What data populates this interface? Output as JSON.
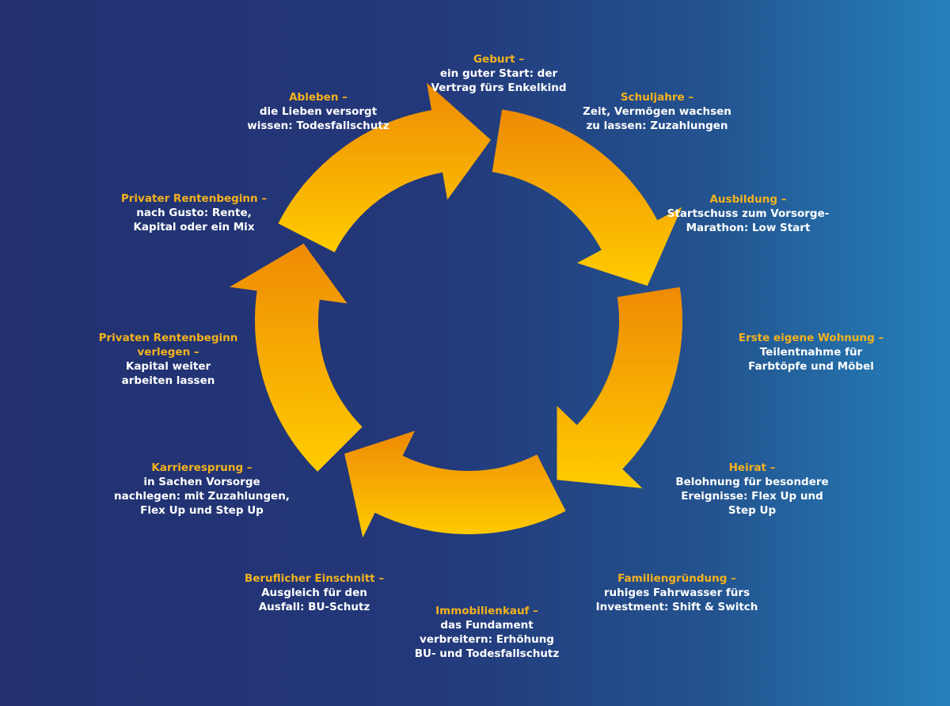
{
  "colors": {
    "background_dark": "#22306f",
    "background_light": "#2581bb",
    "arrow_top": "#ee8a05",
    "arrow_bottom": "#ffcc00",
    "title_text": "#f4b21d",
    "body_text": "#ffffff"
  },
  "arrow_count": 5,
  "stages": [
    {
      "title": "Geburt –",
      "desc": "ein guter Start: der\nVertrag fürs Enkelkind"
    },
    {
      "title": "Schuljahre –",
      "desc": "Zeit, Vermögen wachsen\nzu lassen: Zuzahlungen"
    },
    {
      "title": "Ausbildung –",
      "desc": "Startschuss zum Vorsorge-\nMarathon: Low Start"
    },
    {
      "title": "Erste eigene Wohnung –",
      "desc": "Teilentnahme für\nFarbtöpfe und Möbel"
    },
    {
      "title": "Heirat –",
      "desc": "Belohnung für besondere\nEreignisse: Flex Up und\nStep Up"
    },
    {
      "title": "Familiengründung –",
      "desc": "ruhiges Fahrwasser fürs\nInvestment: Shift & Switch"
    },
    {
      "title": "Immobilienkauf –",
      "desc": "das Fundament\nverbreitern: Erhöhung\nBU- und Todesfallschutz"
    },
    {
      "title": "Beruflicher Einschnitt –",
      "desc": "Ausgleich für den\nAusfall: BU-Schutz"
    },
    {
      "title": "Karrieresprung –",
      "desc": "in Sachen Vorsorge\nnachlegen: mit Zuzahlungen,\nFlex Up und Step Up"
    },
    {
      "title": "Privaten Rentenbeginn\nverlegen –",
      "desc": "Kapital weiter\narbeiten lassen"
    },
    {
      "title": "Privater Rentenbeginn –",
      "desc": "nach Gusto: Rente,\nKapital oder ein Mix"
    },
    {
      "title": "Ableben –",
      "desc": "die Lieben versorgt\nwissen: Todesfallschutz"
    }
  ]
}
